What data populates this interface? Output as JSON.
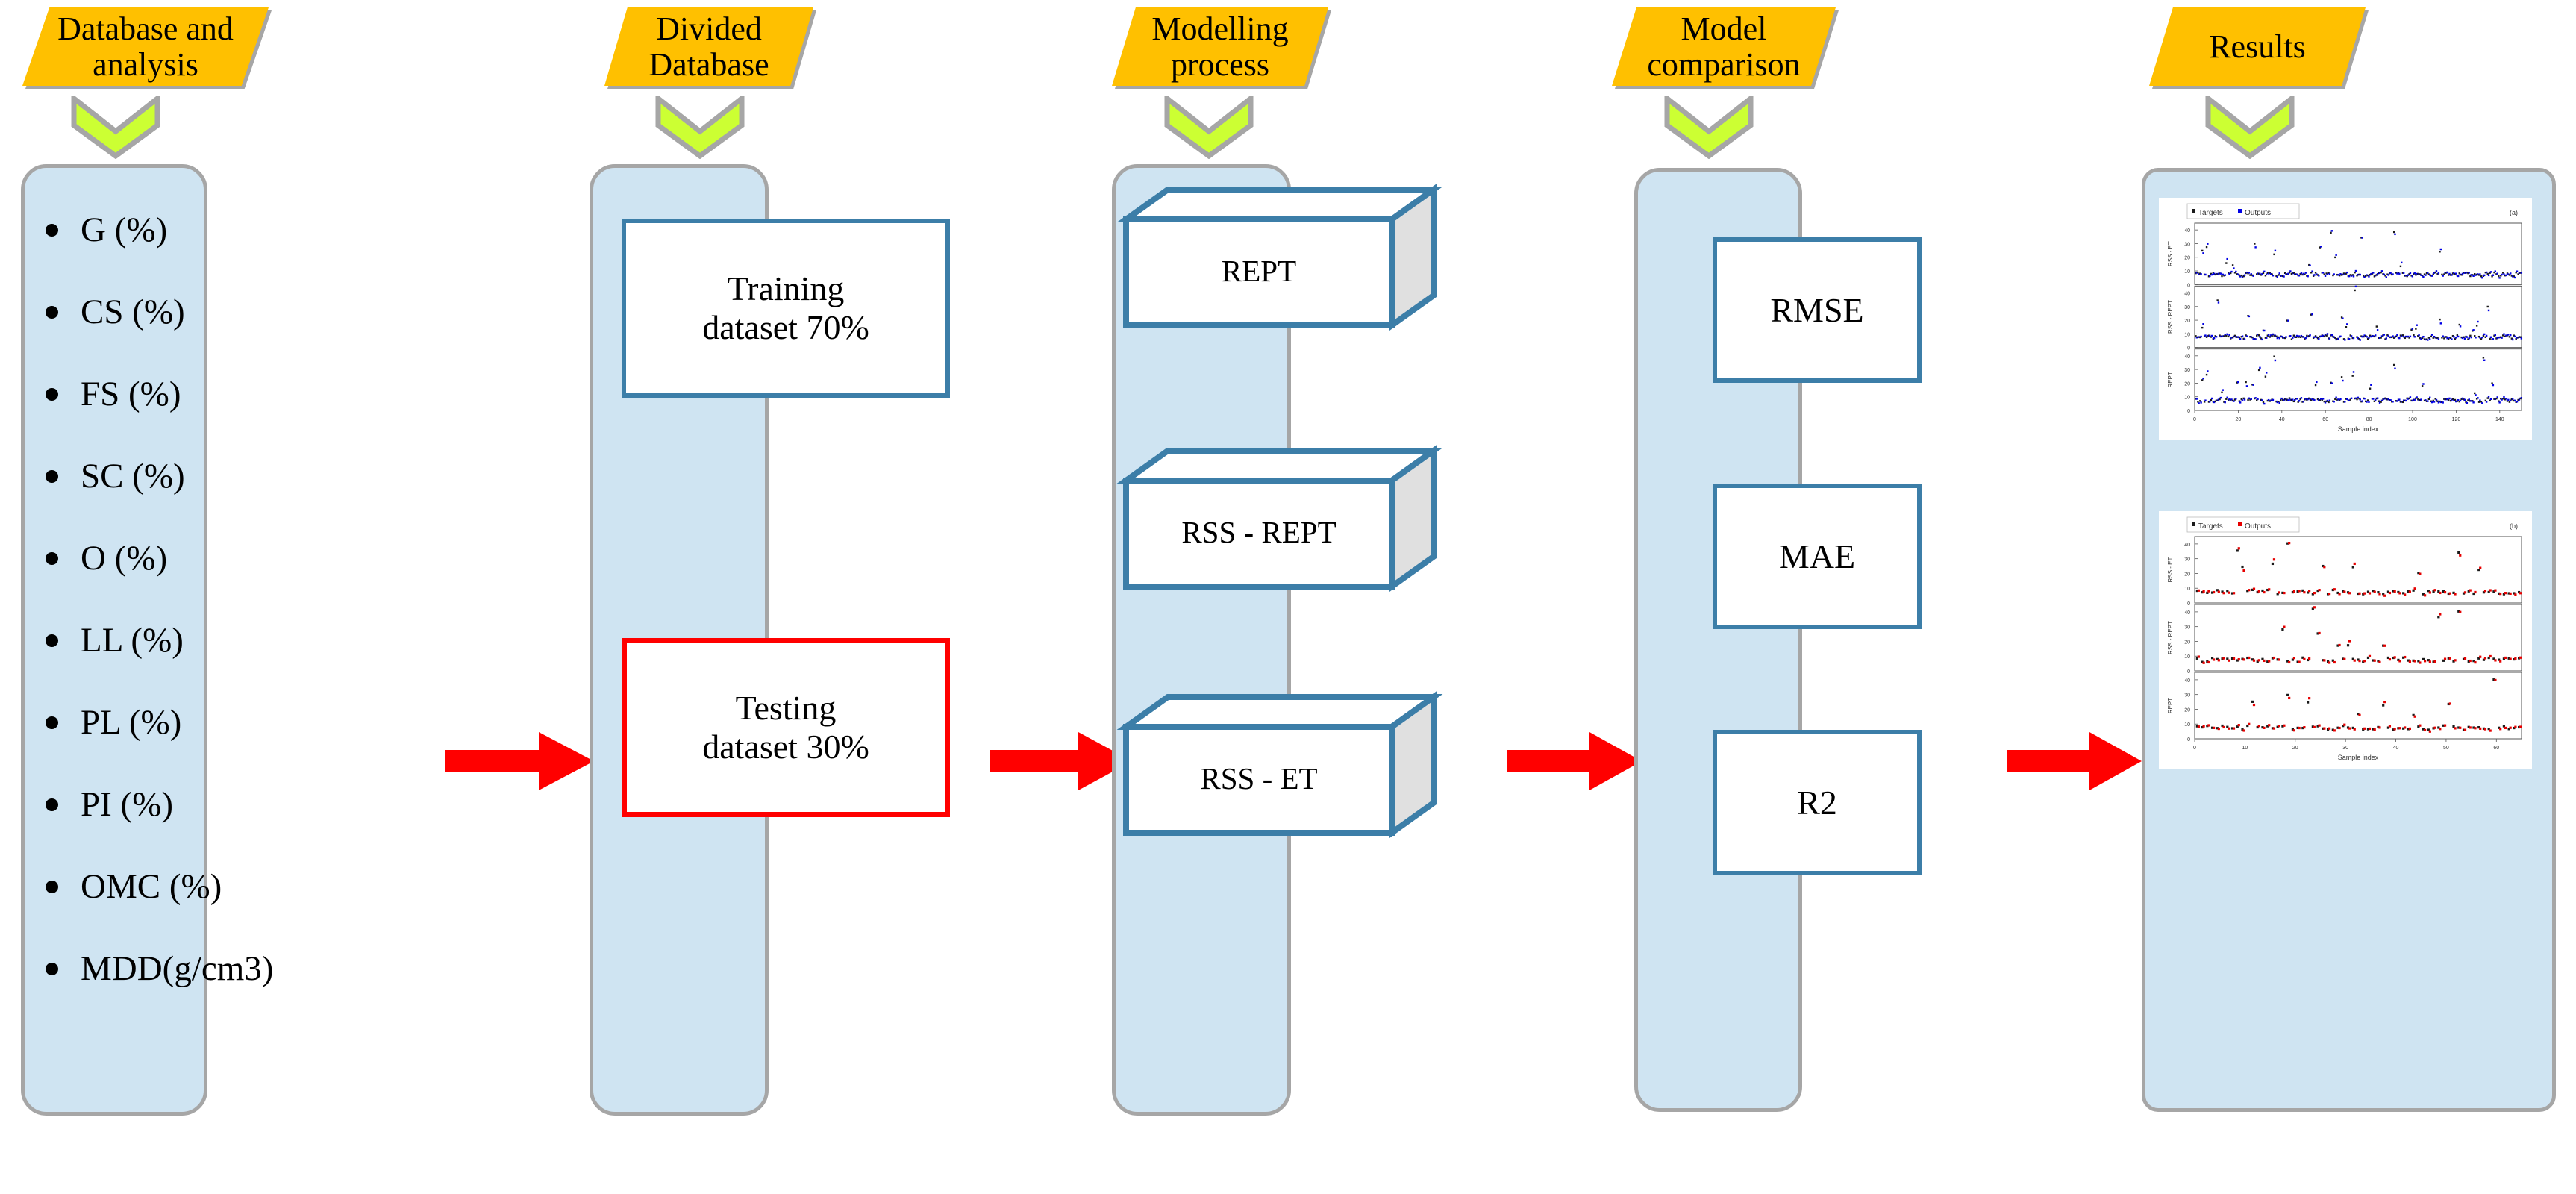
{
  "figure": {
    "type": "flowchart",
    "orientation": "left-to-right",
    "stage_count": 5,
    "colors": {
      "header_fill": "#FFC000",
      "header_shadow": "#A6A6A6",
      "chevron_fill": "#CCFF33",
      "chevron_outline": "#A6A6A6",
      "panel_fill": "#CFE4F2",
      "panel_border": "#A6A6A6",
      "box_border_blue": "#3C7EA8",
      "box_border_red": "#FF0000",
      "arrow_red": "#FF0000",
      "cube_side": "#E0E0E0"
    }
  },
  "stages": [
    {
      "header": "Database and\nanalysis",
      "icon": "chevron-down-icon",
      "arrow_after": "red-arrow-right-icon"
    },
    {
      "header": "Divided\nDatabase",
      "icon": "chevron-down-icon",
      "arrow_after": "red-arrow-right-icon"
    },
    {
      "header": "Modelling\nprocess",
      "icon": "chevron-down-icon",
      "arrow_after": "red-arrow-right-icon"
    },
    {
      "header": "Model\ncomparison",
      "icon": "chevron-down-icon",
      "arrow_after": "red-arrow-right-icon"
    },
    {
      "header": "Results",
      "icon": "chevron-down-icon",
      "arrow_after": null
    }
  ],
  "database_panel": {
    "bullets": [
      "G (%)",
      "CS (%)",
      "FS (%)",
      "SC (%)",
      "O (%)",
      "LL (%)",
      "PL (%)",
      "PI (%)",
      "OMC (%)",
      "MDD(g/cm3)"
    ]
  },
  "divided_panel": {
    "boxes": [
      {
        "text": "Training\ndataset 70%",
        "border": "blue"
      },
      {
        "text": "Testing\ndataset 30%",
        "border": "red"
      }
    ]
  },
  "modelling_panel": {
    "cubes": [
      {
        "text": "REPT"
      },
      {
        "text": "RSS - REPT"
      },
      {
        "text": "RSS - ET"
      }
    ]
  },
  "comparison_panel": {
    "metrics": [
      {
        "text": "RMSE"
      },
      {
        "text": "MAE"
      },
      {
        "text": "R2"
      }
    ]
  },
  "results_panel": {
    "charts": [
      {
        "panel_tag": "(a)",
        "output_color": "#0000E6",
        "legend": [
          "Targets",
          "Outputs"
        ],
        "xlabel": "Sample index",
        "subplot_ylabels": [
          "RSS - ET",
          "RSS - REPT",
          "REPT"
        ],
        "xticks": [
          "0",
          "20",
          "40",
          "60",
          "80",
          "100",
          "120",
          "140"
        ]
      },
      {
        "panel_tag": "(b)",
        "output_color": "#E60000",
        "legend": [
          "Targets",
          "Outputs"
        ],
        "xlabel": "Sample index",
        "subplot_ylabels": [
          "RSS - ET",
          "RSS - REPT",
          "REPT"
        ],
        "xticks": [
          "0",
          "10",
          "20",
          "30",
          "40",
          "50",
          "60"
        ]
      }
    ]
  },
  "chart_data": {
    "type": "scatter",
    "charts": [
      {
        "id": "results-chart-a",
        "panel_tag": "(a)",
        "title": "",
        "xlabel": "Sample index",
        "series": [
          {
            "name": "Targets",
            "color": "#1A1A1A",
            "marker": "square"
          },
          {
            "name": "Outputs",
            "color": "#0000E6",
            "marker": "square"
          }
        ],
        "subplots": [
          {
            "ylabel": "RSS - ET",
            "ylim": [
              0,
              45
            ],
            "yticks": [
              0,
              10,
              20,
              30,
              40
            ]
          },
          {
            "ylabel": "RSS - REPT",
            "ylim": [
              0,
              45
            ],
            "yticks": [
              0,
              10,
              20,
              30,
              40
            ]
          },
          {
            "ylabel": "REPT",
            "ylim": [
              0,
              45
            ],
            "yticks": [
              0,
              10,
              20,
              30,
              40
            ]
          }
        ],
        "xlim": [
          0,
          150
        ],
        "xticks": [
          0,
          20,
          40,
          60,
          80,
          100,
          120,
          140
        ],
        "n_points": 150,
        "grid": false,
        "legend_position": "top-left"
      },
      {
        "id": "results-chart-b",
        "panel_tag": "(b)",
        "title": "",
        "xlabel": "Sample index",
        "series": [
          {
            "name": "Targets",
            "color": "#1A1A1A",
            "marker": "square"
          },
          {
            "name": "Outputs",
            "color": "#E60000",
            "marker": "square"
          }
        ],
        "subplots": [
          {
            "ylabel": "RSS - ET",
            "ylim": [
              0,
              45
            ],
            "yticks": [
              0,
              10,
              20,
              30,
              40
            ]
          },
          {
            "ylabel": "RSS - REPT",
            "ylim": [
              0,
              45
            ],
            "yticks": [
              0,
              10,
              20,
              30,
              40
            ]
          },
          {
            "ylabel": "REPT",
            "ylim": [
              0,
              45
            ],
            "yticks": [
              0,
              10,
              20,
              30,
              40
            ]
          }
        ],
        "xlim": [
          0,
          65
        ],
        "xticks": [
          0,
          10,
          20,
          30,
          40,
          50,
          60
        ],
        "n_points": 65,
        "grid": false,
        "legend_position": "top-left"
      }
    ]
  }
}
